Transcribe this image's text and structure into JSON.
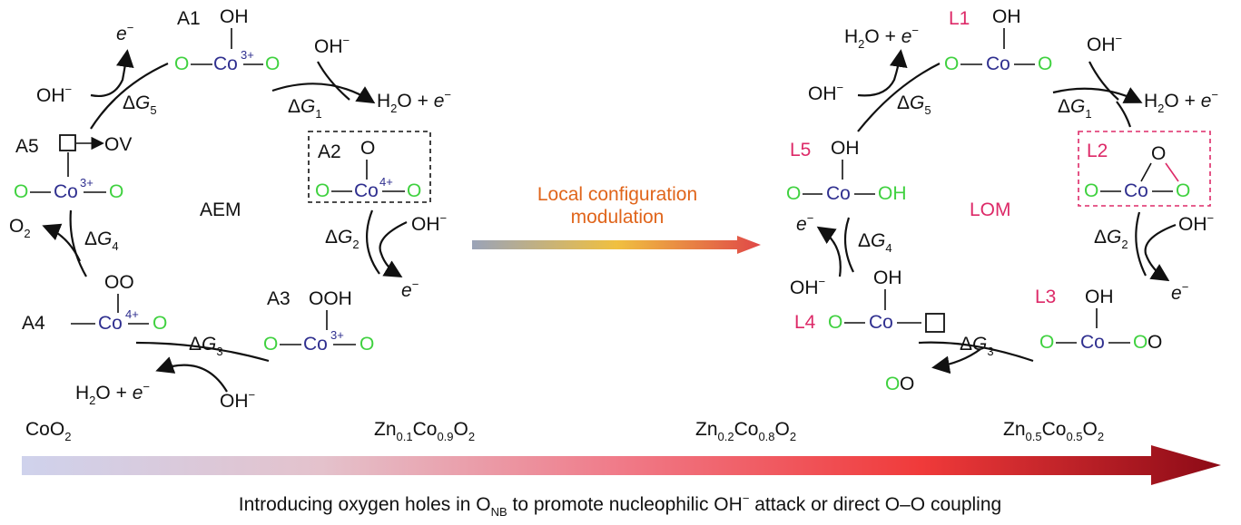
{
  "aem": {
    "cycle_label": "AEM",
    "A1": {
      "label": "A1",
      "top": "OH",
      "left": "O",
      "metal": "Co",
      "charge": "3+",
      "right": "O"
    },
    "A2": {
      "label": "A2",
      "top": "O",
      "left": "O",
      "metal": "Co",
      "charge": "4+",
      "right": "O"
    },
    "A3": {
      "label": "A3",
      "top": "OOH",
      "left": "O",
      "metal": "Co",
      "charge": "3+",
      "right": "O"
    },
    "A4": {
      "label": "A4",
      "top": "OO",
      "metal": "Co",
      "charge": "4+",
      "right": "O"
    },
    "A5": {
      "label": "A5",
      "vacancy_arrow": "OV",
      "left": "O",
      "metal": "Co",
      "charge": "3+",
      "right": "O"
    },
    "dG1": {
      "delta": "Δ",
      "G": "G",
      "sub": "1",
      "reactant": "OH",
      "product": "H",
      "product_sub": "2",
      "product_rest": "O + "
    },
    "dG2": {
      "delta": "Δ",
      "G": "G",
      "sub": "2",
      "reactant": "OH",
      "product": "e"
    },
    "dG3": {
      "delta": "Δ",
      "G": "G",
      "sub": "3",
      "reactant": "OH",
      "product": "H",
      "product_sub": "2",
      "product_rest": "O + "
    },
    "dG4": {
      "delta": "Δ",
      "G": "G",
      "sub": "4",
      "product": "O",
      "product_sub": "2"
    },
    "dG5": {
      "delta": "Δ",
      "G": "G",
      "sub": "5",
      "reactant": "OH",
      "product": "e"
    }
  },
  "lom": {
    "cycle_label": "LOM",
    "L1": {
      "label": "L1",
      "top": "OH",
      "left": "O",
      "metal": "Co",
      "right": "O"
    },
    "L2": {
      "label": "L2",
      "top": "O",
      "left": "O",
      "metal": "Co",
      "right": "O"
    },
    "L3": {
      "label": "L3",
      "top": "OH",
      "left": "O",
      "metal": "Co",
      "right_a": "O",
      "right_b": "O"
    },
    "L4": {
      "label": "L4",
      "top": "OH",
      "left": "O",
      "metal": "Co"
    },
    "L5": {
      "label": "L5",
      "top": "OH",
      "left": "O",
      "metal": "Co",
      "right": "OH"
    },
    "dG1": {
      "delta": "Δ",
      "G": "G",
      "sub": "1",
      "reactant": "OH",
      "product": "H",
      "product_sub": "2",
      "product_rest": "O + "
    },
    "dG2": {
      "delta": "Δ",
      "G": "G",
      "sub": "2",
      "reactant": "OH",
      "product": "e"
    },
    "dG3": {
      "delta": "Δ",
      "G": "G",
      "sub": "3",
      "product_a": "O",
      "product_b": "O"
    },
    "dG4": {
      "delta": "Δ",
      "G": "G",
      "sub": "4",
      "reactant": "OH",
      "product": "e"
    },
    "dG5": {
      "delta": "Δ",
      "G": "G",
      "sub": "5",
      "reactant": "OH",
      "product": "H",
      "product_sub": "2",
      "product_rest": "O + "
    }
  },
  "transition": {
    "line1": "Local configuration",
    "line2": "modulation"
  },
  "charges": {
    "minus": "−"
  },
  "compositions": [
    {
      "a": "CoO",
      "a_sub": "2"
    },
    {
      "a": "Zn",
      "a_sub": "0.1",
      "b": "Co",
      "b_sub": "0.9",
      "c": "O",
      "c_sub": "2"
    },
    {
      "a": "Zn",
      "a_sub": "0.2",
      "b": "Co",
      "b_sub": "0.8",
      "c": "O",
      "c_sub": "2"
    },
    {
      "a": "Zn",
      "a_sub": "0.5",
      "b": "Co",
      "b_sub": "0.5",
      "c": "O",
      "c_sub": "2"
    }
  ],
  "bottom_caption": {
    "part1": "Introducing oxygen holes in O",
    "sub": "NB",
    "part2": " to promote nucleophilic OH",
    "part3": " attack or direct O–O coupling"
  },
  "colors": {
    "oxygen": "#3fd13f",
    "cobalt": "#2f2f8f",
    "lom_label": "#dd2a68",
    "transition_text": "#e0651b"
  }
}
